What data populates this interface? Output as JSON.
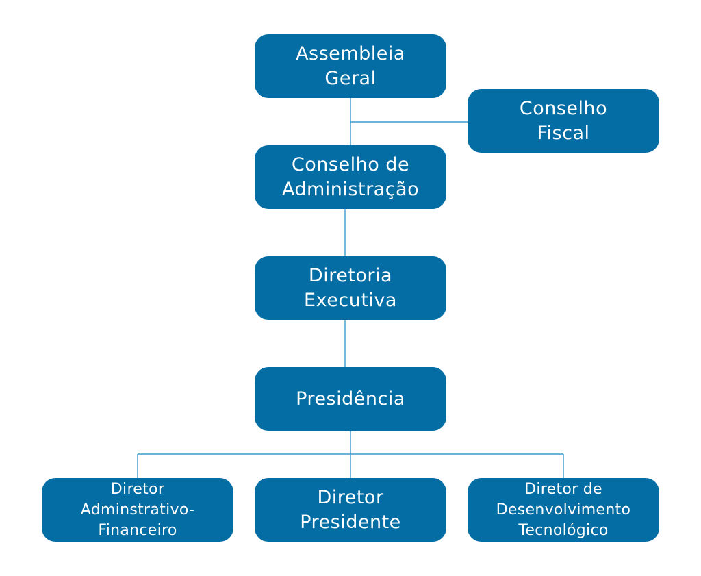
{
  "nodes": {
    "assembleia_geral": {
      "line1": "Assembleia",
      "line2": "Geral"
    },
    "conselho_fiscal": {
      "line1": "Conselho",
      "line2": "Fiscal"
    },
    "conselho_administracao": {
      "line1": "Conselho de",
      "line2": "Administração"
    },
    "diretoria_executiva": {
      "line1": "Diretoria",
      "line2": "Executiva"
    },
    "presidencia": {
      "line1": "Presidência"
    },
    "diretor_adm_fin": {
      "line1": "Diretor",
      "line2": "Adminstrativo-",
      "line3": "Financeiro"
    },
    "diretor_presidente": {
      "line1": "Diretor",
      "line2": "Presidente"
    },
    "diretor_desenv_tec": {
      "line1": "Diretor de",
      "line2": "Desenvolvimento",
      "line3": "Tecnológico"
    }
  },
  "colors": {
    "box_fill": "#036da4",
    "box_text": "#ffffff",
    "connector": "#3a9bcb"
  }
}
